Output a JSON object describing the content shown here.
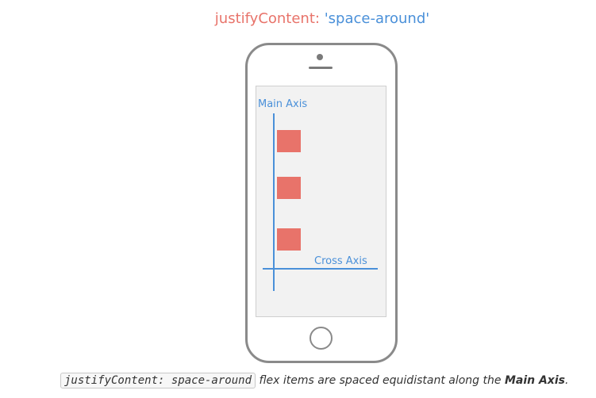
{
  "title": {
    "property": "justifyContent:",
    "value": "'space-around'"
  },
  "diagram": {
    "main_axis_label": "Main Axis",
    "cross_axis_label": "Cross Axis",
    "item_count": 3,
    "colors": {
      "item": "#e8736a",
      "axis": "#4a90d9",
      "phone_frame": "#8a8a8a",
      "screen": "#f2f2f2"
    }
  },
  "caption": {
    "code": "justifyContent: space-around",
    "text": "flex items are spaced equidistant along the",
    "emphasis": "Main Axis",
    "end": "."
  }
}
